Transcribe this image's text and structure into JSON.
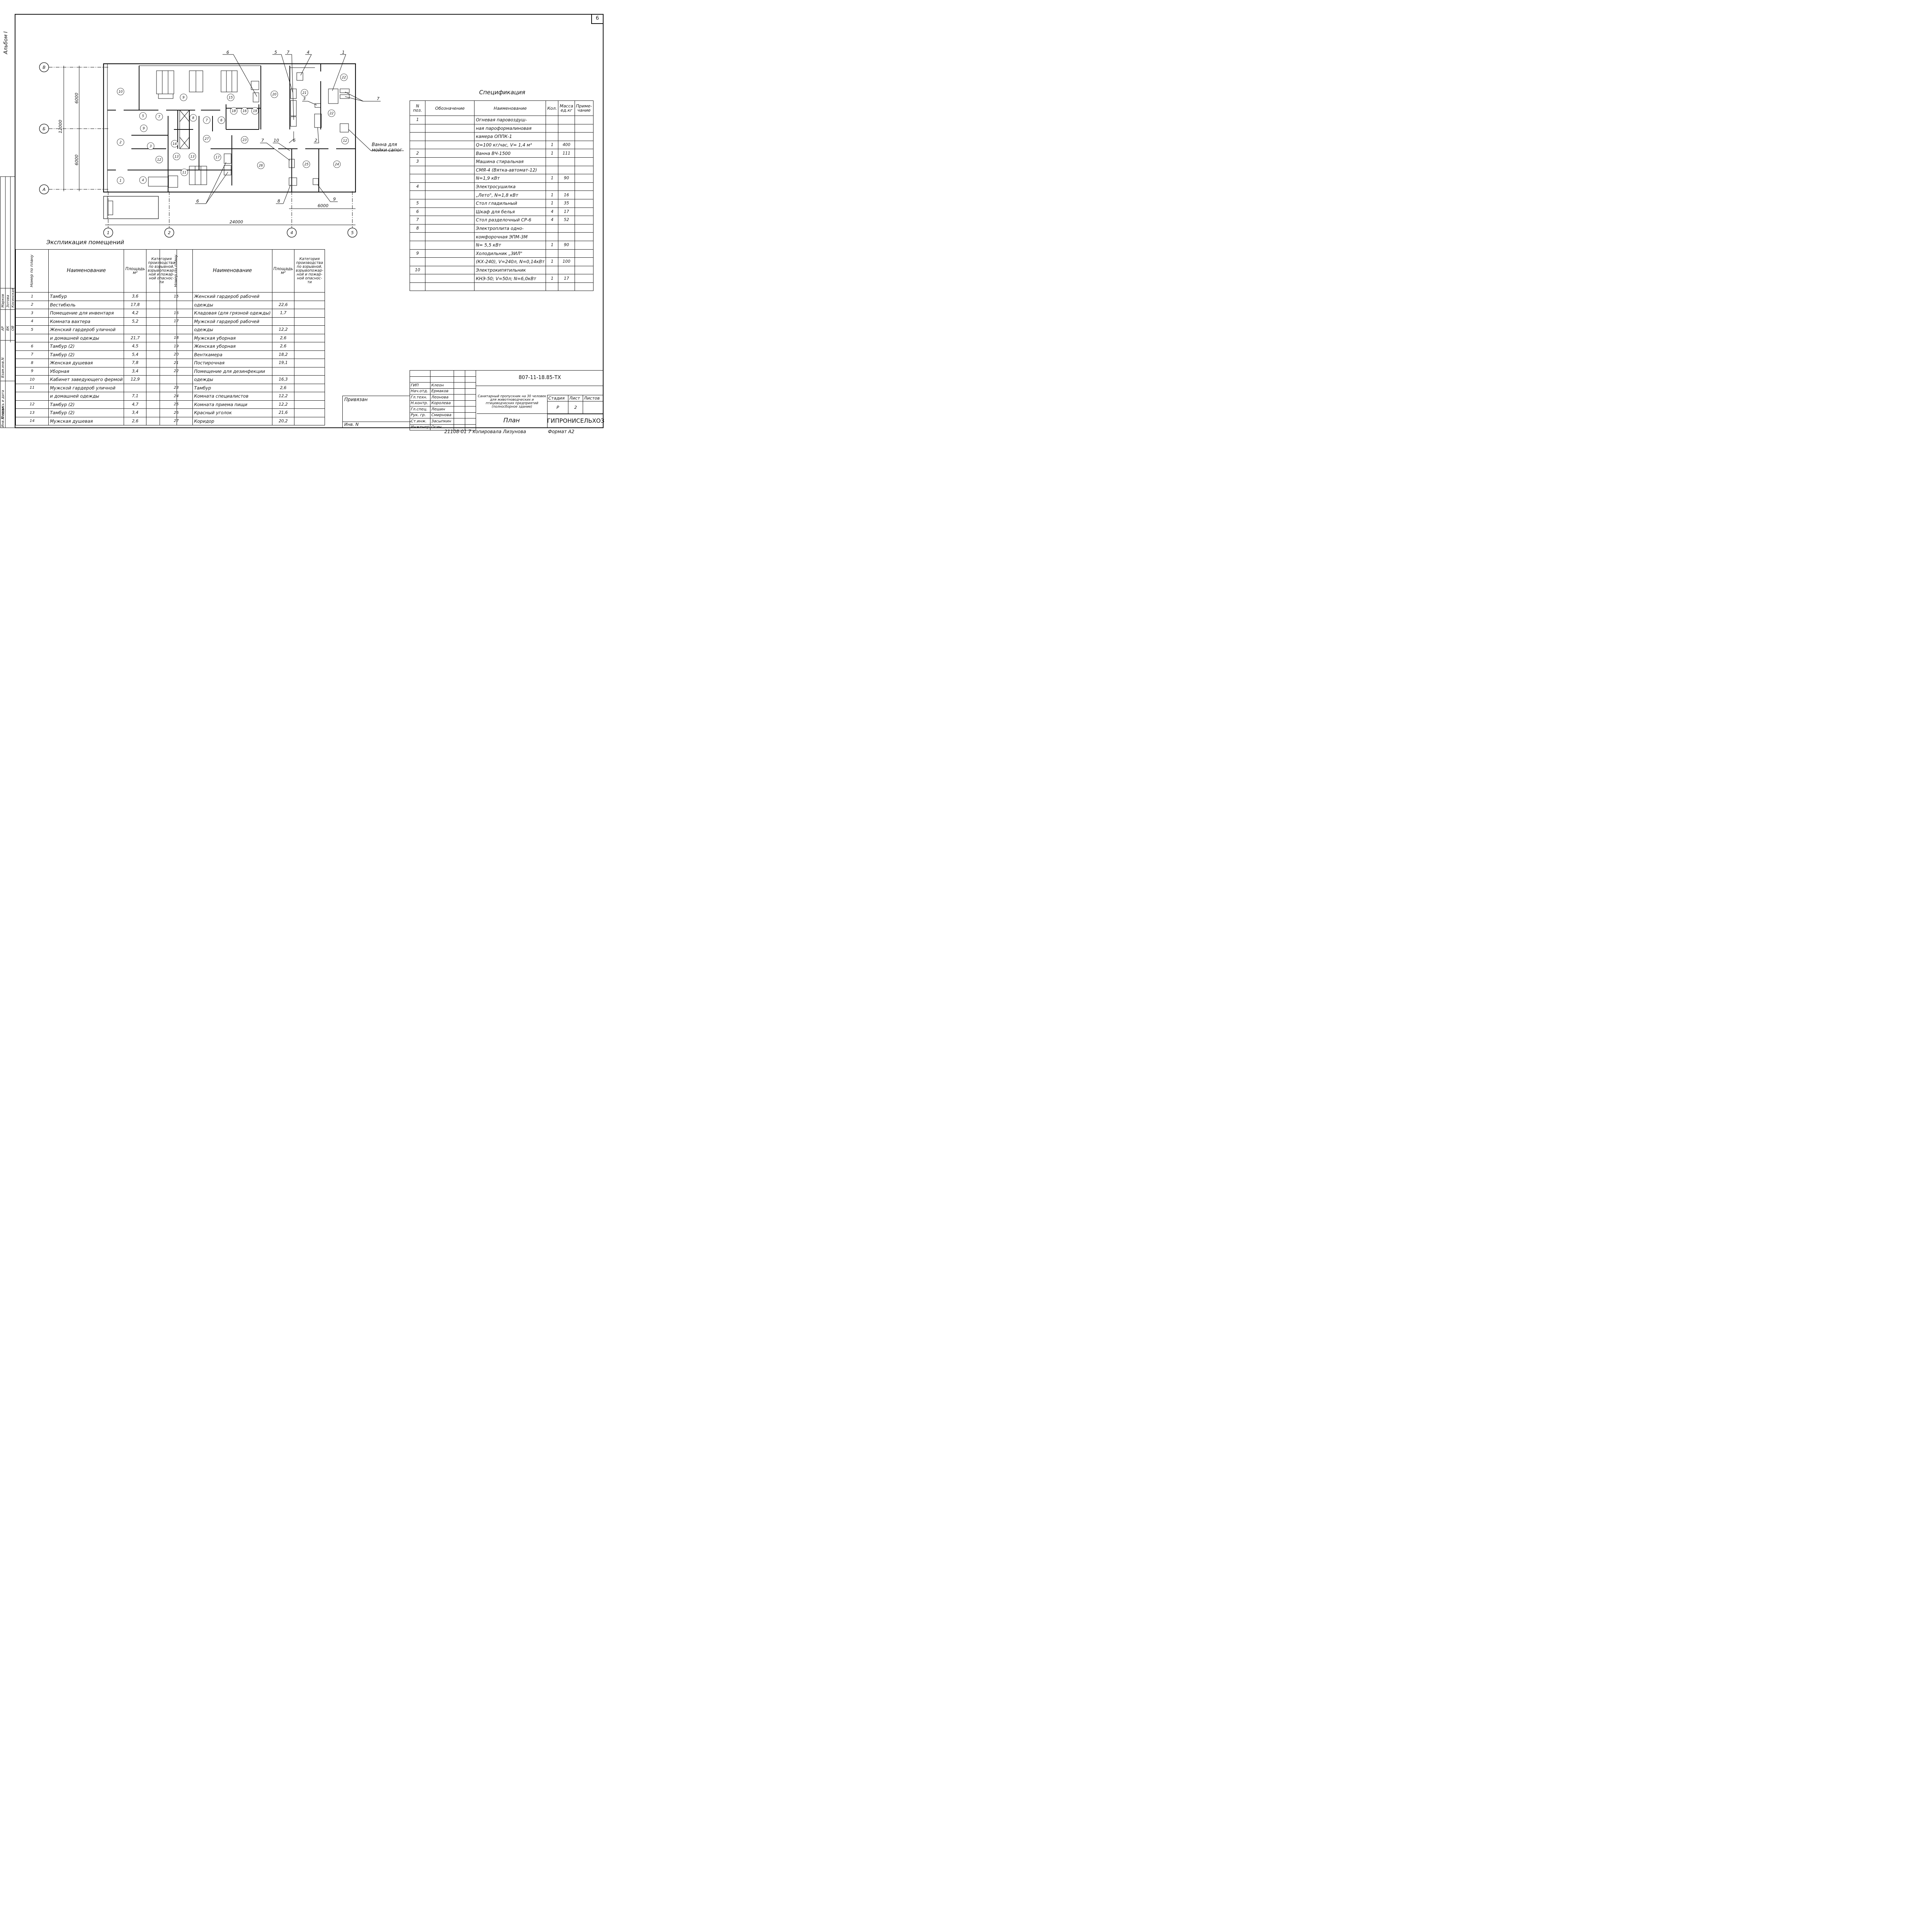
{
  "sheet": {
    "album": "Альбом I",
    "sheet_number": "6",
    "copied_by": "21108-01 7 копировала Лизунова",
    "format": "Формат А2"
  },
  "plan": {
    "axes": [
      "В",
      "Б",
      "А"
    ],
    "cols": [
      "1",
      "2",
      "4",
      "5"
    ],
    "dim_6000_top": "6000",
    "dim_6000_bottom": "6000",
    "dim_12000": "12000",
    "dim_24000": "24000",
    "dim_6000_right": "6000",
    "rooms": [
      "10",
      "9",
      "15",
      "20",
      "21",
      "22",
      "5",
      "7",
      "18",
      "16",
      "19",
      "7",
      "6",
      "22",
      "2",
      "3",
      "9",
      "14",
      "8",
      "12",
      "27",
      "23",
      "12",
      "13",
      "13",
      "17",
      "26",
      "25",
      "24",
      "1",
      "4",
      "11",
      "6"
    ],
    "callouts": [
      "6",
      "5",
      "7",
      "4",
      "1",
      "7",
      "3",
      "2",
      "6",
      "7",
      "10",
      "6",
      "8",
      "9"
    ],
    "boot_bath": [
      "Ванна для",
      "мойки сапог"
    ]
  },
  "explication": {
    "title": "Экспликация помещений",
    "headers": {
      "num": "Номер по плану",
      "name": "Наименование",
      "area": "Площадь м²",
      "category": "Категория производства по взрывной, взрывопожар- ной и пожар- ной опаснос- ти"
    },
    "headers_right": {
      "num": "Номер по плану",
      "name": "Наименование",
      "area": "Площадь м²",
      "category": "Категория производства по взрывной, взрывопожар- ной и пожар- ной опаснос- ти"
    },
    "left": [
      {
        "n": "1",
        "name": "Тамбур",
        "area": "3,6"
      },
      {
        "n": "2",
        "name": "Вестибюль",
        "area": "17,8"
      },
      {
        "n": "3",
        "name": "Помещение для инвентаря",
        "area": "4,2"
      },
      {
        "n": "4",
        "name": "Комната вахтера",
        "area": "5,2"
      },
      {
        "n": "5",
        "name": "Женский гардероб уличной",
        "area": ""
      },
      {
        "n": "",
        "name": "и домашней одежды",
        "area": "21,7"
      },
      {
        "n": "6",
        "name": "Тамбур (2)",
        "area": "4,5"
      },
      {
        "n": "7",
        "name": "Тамбур (2)",
        "area": "5,4"
      },
      {
        "n": "8",
        "name": "Женская душевая",
        "area": "7,8"
      },
      {
        "n": "9",
        "name": "Уборная",
        "area": "3,4"
      },
      {
        "n": "10",
        "name": "Кабинет заведующего фермой",
        "area": "12,9"
      },
      {
        "n": "11",
        "name": "Мужской гардероб уличной",
        "area": ""
      },
      {
        "n": "",
        "name": "и домашней одежды",
        "area": "7,1"
      },
      {
        "n": "12",
        "name": "Тамбур (2)",
        "area": "4,7"
      },
      {
        "n": "13",
        "name": "Тамбур (2)",
        "area": "3,4"
      },
      {
        "n": "14",
        "name": "Мужская душевая",
        "area": "2,6"
      }
    ],
    "right": [
      {
        "n": "15",
        "name": "Женский гардероб рабочей",
        "area": ""
      },
      {
        "n": "",
        "name": "одежды",
        "area": "22,6"
      },
      {
        "n": "16",
        "name": "Кладовая (для грязной одежды)",
        "area": "1,7"
      },
      {
        "n": "17",
        "name": "Мужской гардероб рабочей",
        "area": ""
      },
      {
        "n": "",
        "name": "одежды",
        "area": "12,2"
      },
      {
        "n": "18",
        "name": "Мужская уборная",
        "area": "2,6"
      },
      {
        "n": "19",
        "name": "Женская уборная",
        "area": "2,6"
      },
      {
        "n": "20",
        "name": "Венткамера",
        "area": "18,2"
      },
      {
        "n": "21",
        "name": "Постирочная",
        "area": "19,1"
      },
      {
        "n": "22",
        "name": "Помещение для дезинфекции",
        "area": ""
      },
      {
        "n": "",
        "name": "одежды",
        "area": "16,3"
      },
      {
        "n": "23",
        "name": "Тамбур",
        "area": "2,6"
      },
      {
        "n": "24",
        "name": "Комната специалистов",
        "area": "12,2"
      },
      {
        "n": "25",
        "name": "Комната приема пищи",
        "area": "12,2"
      },
      {
        "n": "26",
        "name": "Красный уголок",
        "area": "21,6"
      },
      {
        "n": "27",
        "name": "Коридор",
        "area": "20,2"
      }
    ]
  },
  "specification": {
    "title": "Спецификация",
    "headers": {
      "pos": "N поз.",
      "designation": "Обозначение",
      "name": "Наименование",
      "qty": "Кол.",
      "mass": "Масса ед.кг",
      "note": "Приме- чание"
    },
    "rows": [
      {
        "pos": "1",
        "name": "Огневая паровоздуш-",
        "qty": "",
        "mass": ""
      },
      {
        "pos": "",
        "name": "ная пароформалиновая",
        "qty": "",
        "mass": ""
      },
      {
        "pos": "",
        "name": "камера ОППК-1",
        "qty": "",
        "mass": ""
      },
      {
        "pos": "",
        "name": "Q=100 кг/час, V= 1,4 м³",
        "qty": "1",
        "mass": "400"
      },
      {
        "pos": "2",
        "name": "Ванна ВЧ-1500",
        "qty": "1",
        "mass": "111"
      },
      {
        "pos": "3",
        "name": "Машина стиральная",
        "qty": "",
        "mass": ""
      },
      {
        "pos": "",
        "name": "СМЯ-4 (Вятка-автомат-12)",
        "qty": "",
        "mass": ""
      },
      {
        "pos": "",
        "name": "N=1,9 кВт",
        "qty": "1",
        "mass": "90"
      },
      {
        "pos": "4",
        "name": "Электросушилка",
        "qty": "",
        "mass": ""
      },
      {
        "pos": "",
        "name": "„Лето\", N=1,8 кВт",
        "qty": "1",
        "mass": "16"
      },
      {
        "pos": "5",
        "name": "Стол гладильный",
        "qty": "1",
        "mass": "35"
      },
      {
        "pos": "6",
        "name": "Шкаф для белья",
        "qty": "4",
        "mass": "17"
      },
      {
        "pos": "7",
        "name": "Стол разделочный СР-6",
        "qty": "4",
        "mass": "52"
      },
      {
        "pos": "8",
        "name": "Электроплита одно-",
        "qty": "",
        "mass": ""
      },
      {
        "pos": "",
        "name": "комфорочная ЭПМ-3М",
        "qty": "",
        "mass": ""
      },
      {
        "pos": "",
        "name": "N= 5,5 кВт",
        "qty": "1",
        "mass": "90"
      },
      {
        "pos": "9",
        "name": "Холодильник „ЗИЛ\"",
        "qty": "",
        "mass": ""
      },
      {
        "pos": "",
        "name": "(КХ-240), V=240л, N=0,14кВт",
        "qty": "1",
        "mass": "100"
      },
      {
        "pos": "10",
        "name": "Электрокипятильник",
        "qty": "",
        "mass": ""
      },
      {
        "pos": "",
        "name": "КНЭ-50; V=50л; N=6,0кВт",
        "qty": "1",
        "mass": "17"
      },
      {
        "pos": "",
        "name": "",
        "qty": "",
        "mass": ""
      }
    ]
  },
  "title_block": {
    "doc_code": "807-11-18.85-ТХ",
    "bound": "Привязан",
    "inv": "Инв. N",
    "project_title": "Санитарный пропускник на 30 человек для животноводческих и птицеводческих предприятий (полносборное здание)",
    "drawing_name": "План",
    "org": "ГИПРОНИСЕЛЬХОЗ",
    "stage_label": "Стадия",
    "sheet_label": "Лист",
    "sheets_label": "Листов",
    "stage": "Р",
    "sheet": "2",
    "people": [
      {
        "role": "ГИП",
        "name": "Клеон"
      },
      {
        "role": "Нач.отд.",
        "name": "Ермаков"
      },
      {
        "role": "Гл.техн.",
        "name": "Леонова"
      },
      {
        "role": "Н.контр.",
        "name": "Королева"
      },
      {
        "role": "Гл.спец.",
        "name": "Лешин"
      },
      {
        "role": "Рук. гр.",
        "name": "Смирнова"
      },
      {
        "role": "Ст.инж.",
        "name": "Засыпкин"
      },
      {
        "role": "Инженер",
        "name": "Осин"
      }
    ]
  },
  "side_stamp": {
    "approvals": [
      {
        "dept": "АР",
        "name": "Марков"
      },
      {
        "dept": "ВК",
        "name": "Зотова"
      },
      {
        "dept": "ОВ",
        "name": "Косинская"
      }
    ],
    "labels": [
      "Взам.инв.N",
      "Подпись и дата",
      "Инв.N подл."
    ]
  }
}
